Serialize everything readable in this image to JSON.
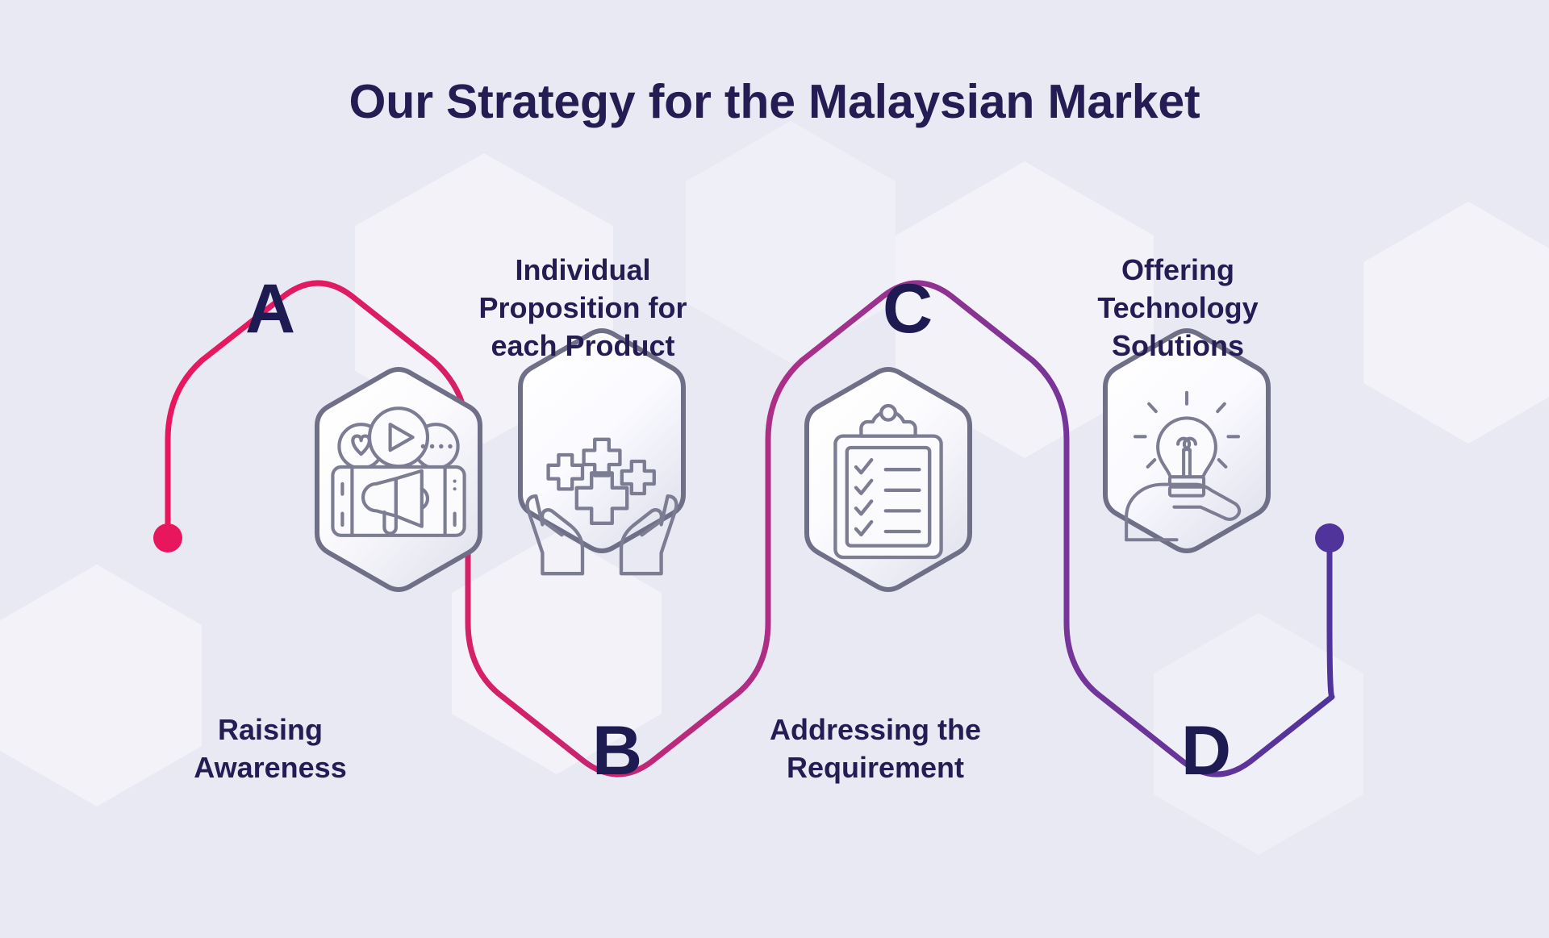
{
  "page": {
    "title": "Our Strategy for the Malaysian Market",
    "background_color": "#e9e9f4",
    "title_color": "#241c52"
  },
  "theme": {
    "accent_start": "#e8175d",
    "accent_end": "#50339b",
    "hex_stroke": "#6f6f88",
    "icon_stroke": "#7c7c93",
    "hex_fill_light": "#fdfdff",
    "hex_fill_dark": "#e4e4ef"
  },
  "steps": [
    {
      "letter": "A",
      "label": "Raising\nAwareness",
      "label_lines": [
        "Raising",
        "Awareness"
      ],
      "label_position": "below",
      "icon": "social-media-megaphone-icon",
      "icon_description": "Smartphone with megaphone and heart, play and comment bubbles",
      "connector_color": "#e8175d"
    },
    {
      "letter": "B",
      "label": "Individual\nProposition for\neach Product",
      "label_lines": [
        "Individual",
        "Proposition for",
        "each Product"
      ],
      "label_position": "above",
      "icon": "hands-holding-plus-icon",
      "icon_description": "Two open hands holding four plus symbols",
      "connector_color": "#c42a6d"
    },
    {
      "letter": "C",
      "label": "Addressing the\nRequirement",
      "label_lines": [
        "Addressing the",
        "Requirement"
      ],
      "label_position": "below",
      "icon": "clipboard-checklist-icon",
      "icon_description": "Clipboard with four checkmarks and list lines",
      "connector_color": "#8e3590"
    },
    {
      "letter": "D",
      "label": "Offering\nTechnology\nSolutions",
      "label_lines": [
        "Offering",
        "Technology",
        "Solutions"
      ],
      "label_position": "above",
      "icon": "lightbulb-in-hand-icon",
      "icon_description": "Lightbulb with rays resting in an open palm",
      "connector_color": "#50339b"
    }
  ],
  "endpoints": {
    "start_dot_color": "#e8175d",
    "end_dot_color": "#50339b"
  },
  "chart_data": {
    "type": "diagram",
    "title": "Our Strategy for the Malaysian Market",
    "diagram_style": "hexagon-zigzag-process",
    "step_count": 4,
    "categories": [
      "A",
      "B",
      "C",
      "D"
    ],
    "values": [
      "Raising Awareness",
      "Individual Proposition for each Product",
      "Addressing the Requirement",
      "Offering Technology Solutions"
    ]
  }
}
